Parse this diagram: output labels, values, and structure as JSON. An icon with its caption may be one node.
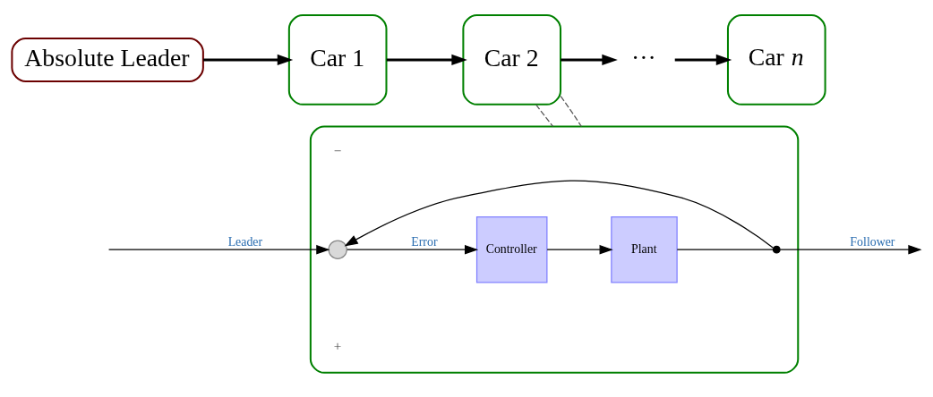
{
  "diagram": {
    "nodes": [
      {
        "text": [],
        "shape": "box"
      },
      {
        "text": [],
        "shape": "circle",
        "in": 0
      },
      {
        "text": [
          "Controller"
        ],
        "in": 0
      },
      {
        "text": [
          "Plant"
        ],
        "in": 0
      },
      {
        "text": [],
        "shape": "circle",
        "in": 0
      },
      {
        "text": [
          "Absolute Leader"
        ]
      },
      {
        "text": [
          "Car 1"
        ]
      },
      {
        "text": [
          "Car 2"
        ]
      },
      {
        "text": [
          "···"
        ]
      },
      {
        "text": [
          "Car *n*"
        ]
      }
    ],
    "edges": [
      {
        "from": null,
        "to": 1,
        "arrow": "to",
        "label": "Leader"
      },
      {
        "from": 1,
        "to": 2,
        "arrow": "to",
        "label": "Error"
      },
      {
        "from": 2,
        "to": 3,
        "arrow": "to"
      },
      {
        "from": 3,
        "to": 4,
        "arrow": "none"
      },
      {
        "from": 4,
        "to": null,
        "arrow": "to",
        "label": "Follower"
      },
      {
        "from": 4,
        "to": 1,
        "arrow": "to"
      },
      {
        "from": 5,
        "to": 6,
        "arrow": "to",
        "style": "thick"
      },
      {
        "from": 6,
        "to": 7,
        "arrow": "to",
        "style": "thick"
      },
      {
        "from": 7,
        "to": 8,
        "arrow": "to",
        "style": "thick"
      },
      {
        "from": 8,
        "to": 9,
        "arrow": "to",
        "style": "thick"
      },
      {
        "from": 7,
        "to": 0,
        "arrow": "none",
        "style": "dashed",
        "color": "#555555"
      },
      {
        "from": 7,
        "to": 0,
        "arrow": "none",
        "style": "dashed",
        "color": "#555555"
      }
    ],
    "labels": [
      "+",
      "−"
    ]
  }
}
